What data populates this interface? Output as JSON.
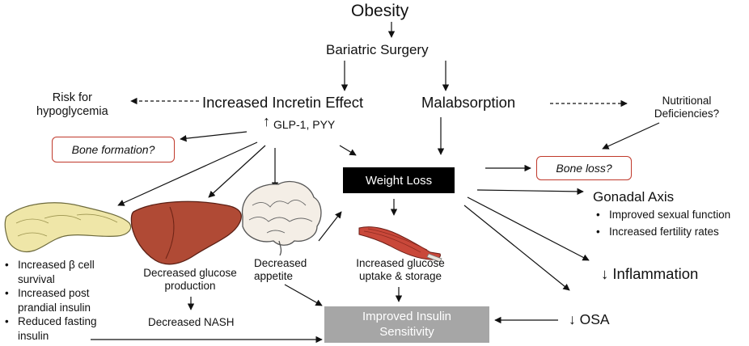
{
  "title": "Obesity",
  "surgery": "Bariatric Surgery",
  "incretin": "Increased Incretin Effect",
  "glp": "GLP-1, PYY",
  "up_arrow": "↑",
  "hypoglycemia": "Risk for\nhypoglycemia",
  "malabsorption": "Malabsorption",
  "nutritional": "Nutritional\nDeficiencies?",
  "bone_formation": "Bone formation?",
  "bone_loss": "Bone loss?",
  "weight_loss": "Weight Loss",
  "gonadal": {
    "title": "Gonadal Axis",
    "items": [
      "Improved sexual function",
      "Increased fertility rates"
    ]
  },
  "inflammation": "↓ Inflammation",
  "osa": "↓ OSA",
  "pancreas_items": [
    "Increased β cell survival",
    "Increased post prandial insulin",
    "Reduced fasting insulin"
  ],
  "liver_text": "Decreased glucose\nproduction",
  "nash": "Decreased NASH",
  "appetite": "Decreased\nappetite",
  "muscle_text": "Increased glucose\nuptake & storage",
  "insulin": "Improved Insulin\nSensitivity",
  "colors": {
    "black_box": "#000000",
    "gray_box": "#a6a6a6",
    "red_border": "#c0392b"
  }
}
